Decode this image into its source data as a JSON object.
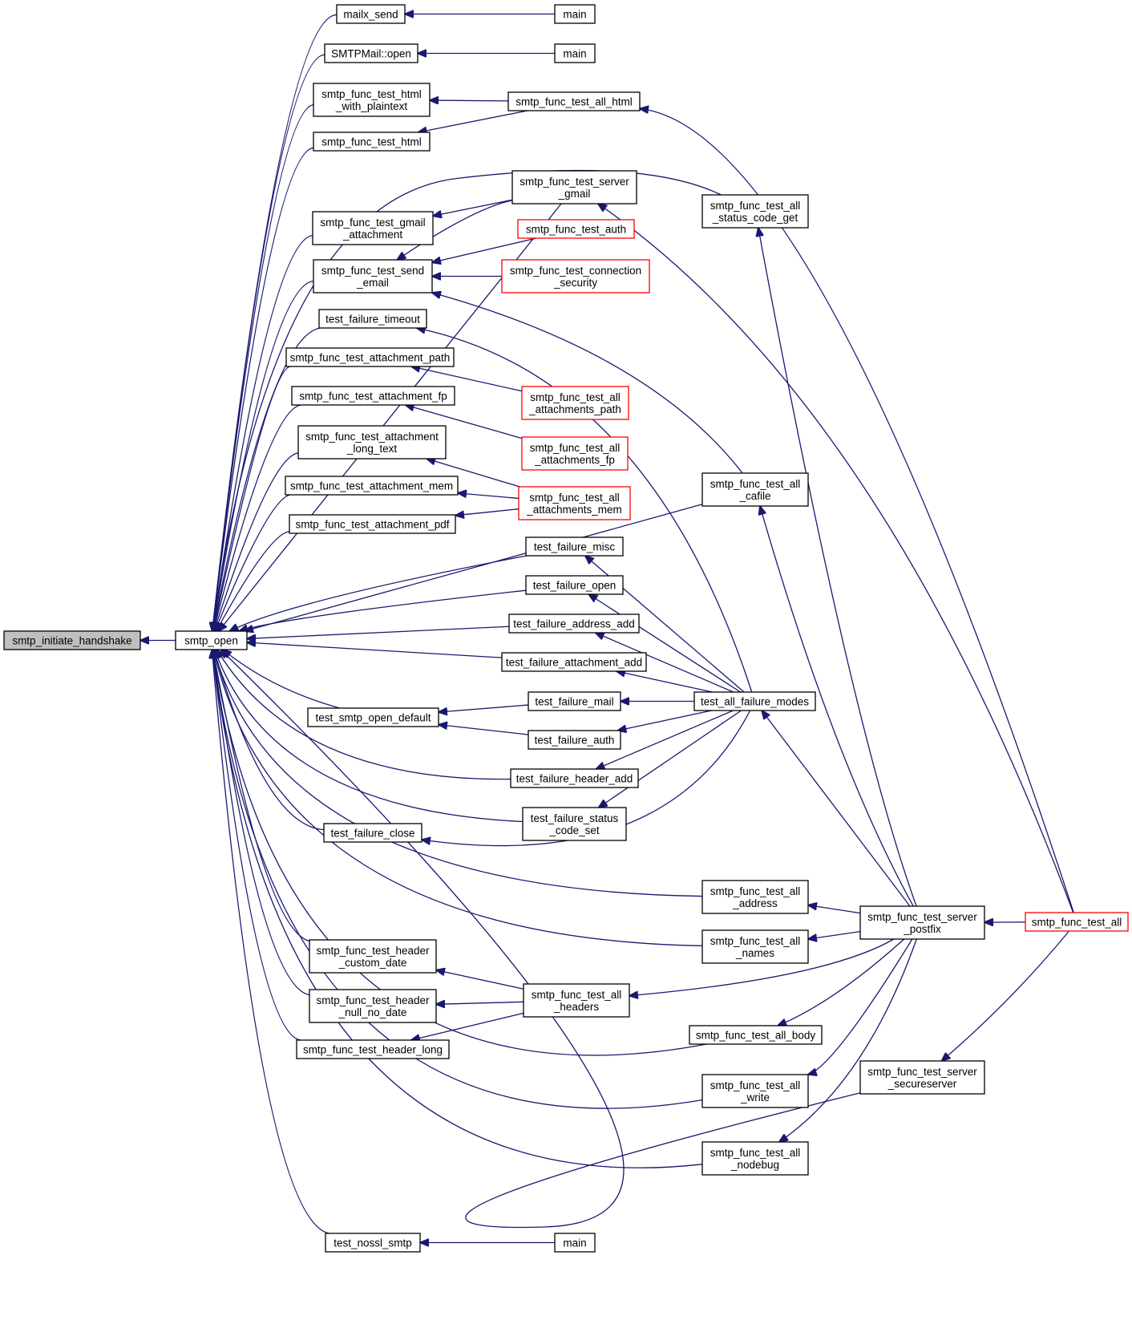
{
  "diagram": {
    "nodes": [
      {
        "id": "n0",
        "lines": [
          "smtp_initiate_handshake"
        ],
        "style": "root"
      },
      {
        "id": "n1",
        "lines": [
          "smtp_open"
        ],
        "style": "normal"
      },
      {
        "id": "n2",
        "lines": [
          "mailx_send"
        ],
        "style": "normal"
      },
      {
        "id": "n3",
        "lines": [
          "main"
        ],
        "style": "normal"
      },
      {
        "id": "n4",
        "lines": [
          "SMTPMail::open"
        ],
        "style": "normal"
      },
      {
        "id": "n5",
        "lines": [
          "main"
        ],
        "style": "normal"
      },
      {
        "id": "n6",
        "lines": [
          "smtp_func_test_html",
          "_with_plaintext"
        ],
        "style": "normal"
      },
      {
        "id": "n7",
        "lines": [
          "smtp_func_test_all_html"
        ],
        "style": "normal"
      },
      {
        "id": "n8",
        "lines": [
          "smtp_func_test_html"
        ],
        "style": "normal"
      },
      {
        "id": "n9",
        "lines": [
          "smtp_func_test_server",
          "_gmail"
        ],
        "style": "normal"
      },
      {
        "id": "n10",
        "lines": [
          "smtp_func_test_all",
          "_status_code_get"
        ],
        "style": "normal"
      },
      {
        "id": "n11",
        "lines": [
          "smtp_func_test_gmail",
          "_attachment"
        ],
        "style": "normal"
      },
      {
        "id": "n12",
        "lines": [
          "smtp_func_test_auth"
        ],
        "style": "red"
      },
      {
        "id": "n13",
        "lines": [
          "smtp_func_test_send",
          "_email"
        ],
        "style": "normal"
      },
      {
        "id": "n14",
        "lines": [
          "smtp_func_test_connection",
          "_security"
        ],
        "style": "red"
      },
      {
        "id": "n15",
        "lines": [
          "test_failure_timeout"
        ],
        "style": "normal"
      },
      {
        "id": "n16",
        "lines": [
          "smtp_func_test_attachment_path"
        ],
        "style": "normal"
      },
      {
        "id": "n17",
        "lines": [
          "smtp_func_test_all",
          "_attachments_path"
        ],
        "style": "red"
      },
      {
        "id": "n18",
        "lines": [
          "smtp_func_test_attachment_fp"
        ],
        "style": "normal"
      },
      {
        "id": "n19",
        "lines": [
          "smtp_func_test_all",
          "_attachments_fp"
        ],
        "style": "red"
      },
      {
        "id": "n20",
        "lines": [
          "smtp_func_test_attachment",
          "_long_text"
        ],
        "style": "normal"
      },
      {
        "id": "n21",
        "lines": [
          "smtp_func_test_all",
          "_attachments_mem"
        ],
        "style": "red"
      },
      {
        "id": "n22",
        "lines": [
          "smtp_func_test_attachment_mem"
        ],
        "style": "normal"
      },
      {
        "id": "n23",
        "lines": [
          "smtp_func_test_all",
          "_cafile"
        ],
        "style": "normal"
      },
      {
        "id": "n24",
        "lines": [
          "smtp_func_test_attachment_pdf"
        ],
        "style": "normal"
      },
      {
        "id": "n25",
        "lines": [
          "test_failure_misc"
        ],
        "style": "normal"
      },
      {
        "id": "n26",
        "lines": [
          "test_failure_open"
        ],
        "style": "normal"
      },
      {
        "id": "n27",
        "lines": [
          "test_failure_address_add"
        ],
        "style": "normal"
      },
      {
        "id": "n28",
        "lines": [
          "test_failure_attachment_add"
        ],
        "style": "normal"
      },
      {
        "id": "n29",
        "lines": [
          "test_smtp_open_default"
        ],
        "style": "normal"
      },
      {
        "id": "n30",
        "lines": [
          "test_failure_mail"
        ],
        "style": "normal"
      },
      {
        "id": "n31",
        "lines": [
          "test_all_failure_modes"
        ],
        "style": "normal"
      },
      {
        "id": "n32",
        "lines": [
          "test_failure_auth"
        ],
        "style": "normal"
      },
      {
        "id": "n33",
        "lines": [
          "test_failure_header_add"
        ],
        "style": "normal"
      },
      {
        "id": "n34",
        "lines": [
          "test_failure_status",
          "_code_set"
        ],
        "style": "normal"
      },
      {
        "id": "n35",
        "lines": [
          "test_failure_close"
        ],
        "style": "normal"
      },
      {
        "id": "n36",
        "lines": [
          "smtp_func_test_all",
          "_address"
        ],
        "style": "normal"
      },
      {
        "id": "n37",
        "lines": [
          "smtp_func_test_server",
          "_postfix"
        ],
        "style": "normal"
      },
      {
        "id": "n38",
        "lines": [
          "smtp_func_test_all"
        ],
        "style": "red"
      },
      {
        "id": "n39",
        "lines": [
          "smtp_func_test_all",
          "_names"
        ],
        "style": "normal"
      },
      {
        "id": "n40",
        "lines": [
          "smtp_func_test_header",
          "_custom_date"
        ],
        "style": "normal"
      },
      {
        "id": "n41",
        "lines": [
          "smtp_func_test_all",
          "_headers"
        ],
        "style": "normal"
      },
      {
        "id": "n42",
        "lines": [
          "smtp_func_test_header",
          "_null_no_date"
        ],
        "style": "normal"
      },
      {
        "id": "n43",
        "lines": [
          "smtp_func_test_header_long"
        ],
        "style": "normal"
      },
      {
        "id": "n44",
        "lines": [
          "smtp_func_test_all_body"
        ],
        "style": "normal"
      },
      {
        "id": "n45",
        "lines": [
          "smtp_func_test_server",
          "_secureserver"
        ],
        "style": "normal"
      },
      {
        "id": "n46",
        "lines": [
          "smtp_func_test_all",
          "_write"
        ],
        "style": "normal"
      },
      {
        "id": "n47",
        "lines": [
          "smtp_func_test_all",
          "_nodebug"
        ],
        "style": "normal"
      },
      {
        "id": "n48",
        "lines": [
          "test_nossl_smtp"
        ],
        "style": "normal"
      },
      {
        "id": "n49",
        "lines": [
          "main"
        ],
        "style": "normal"
      }
    ],
    "edges": [
      [
        "n1",
        "n0"
      ],
      [
        "n2",
        "n1"
      ],
      [
        "n3",
        "n2"
      ],
      [
        "n4",
        "n1"
      ],
      [
        "n5",
        "n4"
      ],
      [
        "n6",
        "n1"
      ],
      [
        "n7",
        "n6"
      ],
      [
        "n8",
        "n1"
      ],
      [
        "n7",
        "n8"
      ],
      [
        "n38",
        "n7"
      ],
      [
        "n9",
        "n1"
      ],
      [
        "n38",
        "n9"
      ],
      [
        "n10",
        "n1"
      ],
      [
        "n37",
        "n10"
      ],
      [
        "n11",
        "n1"
      ],
      [
        "n9",
        "n11"
      ],
      [
        "n13",
        "n1"
      ],
      [
        "n9",
        "n13"
      ],
      [
        "n12",
        "n13"
      ],
      [
        "n14",
        "n13"
      ],
      [
        "n23",
        "n13"
      ],
      [
        "n15",
        "n1"
      ],
      [
        "n31",
        "n15"
      ],
      [
        "n16",
        "n1"
      ],
      [
        "n17",
        "n16"
      ],
      [
        "n18",
        "n1"
      ],
      [
        "n19",
        "n18"
      ],
      [
        "n20",
        "n1"
      ],
      [
        "n21",
        "n20"
      ],
      [
        "n22",
        "n1"
      ],
      [
        "n21",
        "n22"
      ],
      [
        "n24",
        "n1"
      ],
      [
        "n21",
        "n24"
      ],
      [
        "n23",
        "n1"
      ],
      [
        "n37",
        "n23"
      ],
      [
        "n25",
        "n1"
      ],
      [
        "n31",
        "n25"
      ],
      [
        "n26",
        "n1"
      ],
      [
        "n31",
        "n26"
      ],
      [
        "n27",
        "n1"
      ],
      [
        "n31",
        "n27"
      ],
      [
        "n28",
        "n1"
      ],
      [
        "n31",
        "n28"
      ],
      [
        "n29",
        "n1"
      ],
      [
        "n30",
        "n29"
      ],
      [
        "n32",
        "n29"
      ],
      [
        "n31",
        "n30"
      ],
      [
        "n31",
        "n32"
      ],
      [
        "n33",
        "n1"
      ],
      [
        "n31",
        "n33"
      ],
      [
        "n34",
        "n1"
      ],
      [
        "n31",
        "n34"
      ],
      [
        "n35",
        "n1"
      ],
      [
        "n31",
        "n35"
      ],
      [
        "n37",
        "n31"
      ],
      [
        "n36",
        "n1"
      ],
      [
        "n37",
        "n36"
      ],
      [
        "n39",
        "n1"
      ],
      [
        "n37",
        "n39"
      ],
      [
        "n38",
        "n37"
      ],
      [
        "n40",
        "n1"
      ],
      [
        "n41",
        "n40"
      ],
      [
        "n42",
        "n1"
      ],
      [
        "n41",
        "n42"
      ],
      [
        "n43",
        "n1"
      ],
      [
        "n41",
        "n43"
      ],
      [
        "n37",
        "n41"
      ],
      [
        "n44",
        "n1"
      ],
      [
        "n37",
        "n44"
      ],
      [
        "n45",
        "n1"
      ],
      [
        "n38",
        "n45"
      ],
      [
        "n46",
        "n1"
      ],
      [
        "n37",
        "n46"
      ],
      [
        "n47",
        "n1"
      ],
      [
        "n37",
        "n47"
      ],
      [
        "n48",
        "n1"
      ],
      [
        "n49",
        "n48"
      ]
    ]
  },
  "colors": {
    "edge": "#191970",
    "root_fill": "#bfbfbf",
    "red_border": "#ff0000",
    "border": "#000000"
  }
}
